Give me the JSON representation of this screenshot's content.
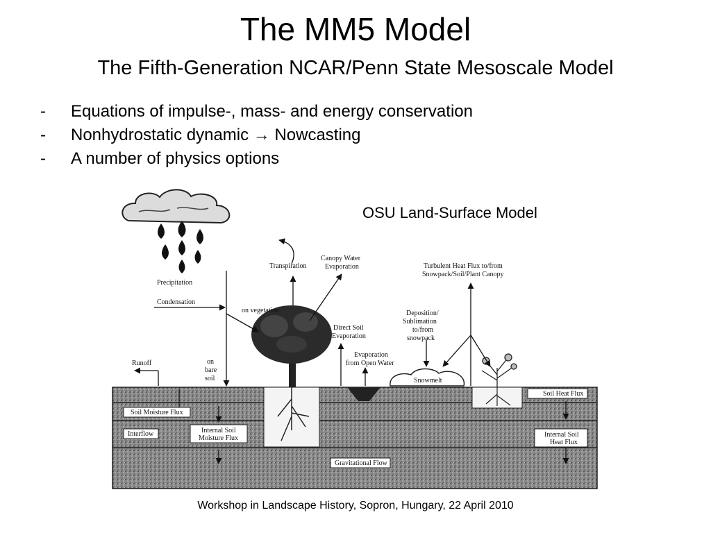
{
  "title": "The MM5 Model",
  "subtitle": "The Fifth-Generation NCAR/Penn State Mesoscale Model",
  "bullets": [
    {
      "marker": "-",
      "text": "Equations of impulse-, mass- and energy conservation"
    },
    {
      "marker": "-",
      "text": "Nonhydrostatic dynamic → Nowcasting"
    },
    {
      "marker": "-",
      "text": "A number of physics options"
    }
  ],
  "figure_caption": "OSU Land-Surface Model",
  "footer": "Workshop in Landscape History, Sopron, Hungary, 22 April 2010",
  "diagram": {
    "labels": {
      "precipitation": "Precipitation",
      "condensation": "Condensation",
      "on_vegetation": "on vegetation",
      "transpiration": "Transpiration",
      "canopy_water_1": "Canopy Water",
      "canopy_water_2": "Evaporation",
      "turbulent_1": "Turbulent Heat Flux to/from",
      "turbulent_2": "Snowpack/Soil/Plant Canopy",
      "deposition_1": "Deposition/",
      "deposition_2": "Sublimation",
      "deposition_3": "to/from",
      "deposition_4": "snowpack",
      "direct_soil_1": "Direct Soil",
      "direct_soil_2": "Evaporation",
      "open_water_1": "Evaporation",
      "open_water_2": "from Open Water",
      "runoff": "Runoff",
      "on_bare_1": "on",
      "on_bare_2": "bare",
      "on_bare_3": "soil",
      "snowmelt": "Snowmelt",
      "soil_heat_flux": "Soil Heat Flux",
      "soil_moisture_flux": "Soil Moisture Flux",
      "interflow": "Interflow",
      "internal_moisture_1": "Internal Soil",
      "internal_moisture_2": "Moisture Flux",
      "internal_heat_1": "Internal Soil",
      "internal_heat_2": "Heat Flux",
      "gravitational_flow": "Gravitational Flow"
    }
  }
}
